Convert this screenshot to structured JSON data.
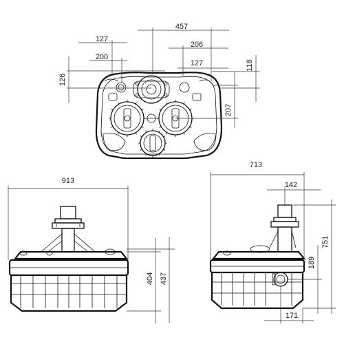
{
  "top_view": {
    "dim_overall_width": "457",
    "dim_left_127": "127",
    "dim_206": "206",
    "dim_200": "200",
    "dim_right_127": "127",
    "dim_126": "126",
    "dim_118": "118",
    "dim_207": "207"
  },
  "front_view": {
    "dim_width": "913",
    "dim_404": "404",
    "dim_437": "437"
  },
  "side_view": {
    "dim_width": "713",
    "dim_142": "142",
    "dim_751": "751",
    "dim_189": "189",
    "dim_171": "171"
  },
  "colors": {
    "line": "#111111",
    "background": "#ffffff"
  }
}
